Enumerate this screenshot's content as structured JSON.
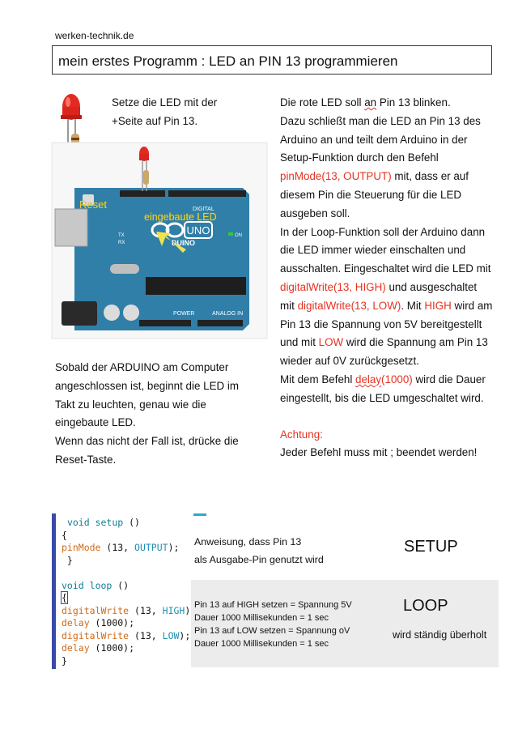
{
  "header": {
    "site": "werken-technik.de",
    "title": "mein erstes Programm : LED an PIN 13 programmieren"
  },
  "instructions": {
    "left_top": [
      "Setze die LED mit der",
      "+Seite auf Pin 13."
    ],
    "left_bottom": [
      "Sobald der ARDUINO am Computer",
      "angeschlossen ist, beginnt die LED im",
      "Takt zu leuchten, genau wie die",
      "eingebaute LED.",
      "Wenn das nicht der Fall ist, drücke die",
      "Reset-Taste."
    ],
    "right": {
      "l1a": "Die rote LED soll ",
      "l1b": "an",
      "l1c": " Pin 13 blinken.",
      "l2": "Dazu schließt man die LED an Pin 13 des",
      "l3": "Arduino an und teilt dem Arduino in der",
      "l4": "Setup-Funktion durch den Befehl",
      "l5a": "pinMode(13, OUTPUT)",
      "l5b": " mit, dass er auf",
      "l6": "diesem Pin die Steuerung für die LED",
      "l7": "ausgeben soll.",
      "l8": "In der Loop-Funktion soll der Arduino dann",
      "l9": "die LED immer wieder einschalten und",
      "l10": "ausschalten. Eingeschaltet wird die LED mit",
      "l11a": "digitalWrite(13, HIGH)",
      "l11b": " und ausgeschaltet",
      "l12a": "mit ",
      "l12b": "digitalWrite(13, LOW)",
      "l12c": ". Mit ",
      "l12d": "HIGH",
      "l12e": " wird am",
      "l13": "Pin 13 die Spannung von 5V bereitgestellt",
      "l14a": "und mit ",
      "l14b": "LOW",
      "l14c": " wird die Spannung am Pin 13",
      "l15": "wieder auf 0V zurückgesetzt.",
      "l16a": "Mit dem Befehl ",
      "l16b": "delay",
      "l16c": "(1000)",
      "l16d": " wird die Dauer",
      "l17": "eingestellt, bis die LED umgeschaltet wird.",
      "warn": "Achtung:",
      "warn_text": "Jeder Befehl muss mit ; beendet werden!"
    }
  },
  "board": {
    "reset": "Reset",
    "builtin": "eingebaute LED",
    "uno": "UNO",
    "brand": "DUINO",
    "power": "POWER",
    "analog": "ANALOG IN",
    "digital": "DIGITAL",
    "tx": "TX",
    "rx": "RX",
    "on": "ON"
  },
  "code": {
    "l1": [
      "void",
      " ",
      "setup",
      " ()"
    ],
    "l2": "{",
    "l3": [
      "pinMode",
      " (13, ",
      "OUTPUT",
      ");"
    ],
    "l4": " }",
    "l5": [
      "void",
      " ",
      "loop",
      " ()"
    ],
    "l6": "{",
    "l7": [
      "digitalWrite",
      " (13, ",
      "HIGH",
      ");"
    ],
    "l8": [
      "delay",
      " (1000);"
    ],
    "l9": [
      "digitalWrite",
      " (13, ",
      "LOW",
      ");"
    ],
    "l10": [
      "delay",
      " (1000);"
    ],
    "l11": "}"
  },
  "setup": {
    "desc1": "Anweisung, dass Pin 13",
    "desc2": "als Ausgabe-Pin genutzt wird",
    "label": "SETUP"
  },
  "loop": {
    "d1": "Pin 13 auf HIGH setzen = Spannung 5V",
    "d2": "Dauer 1000 Millisekunden = 1 sec",
    "d3": "Pin 13 auf LOW setzen = Spannung oV",
    "d4": "Dauer 1000 Millisekunden = 1 sec",
    "label": "LOOP",
    "note": "wird ständig überholt"
  }
}
